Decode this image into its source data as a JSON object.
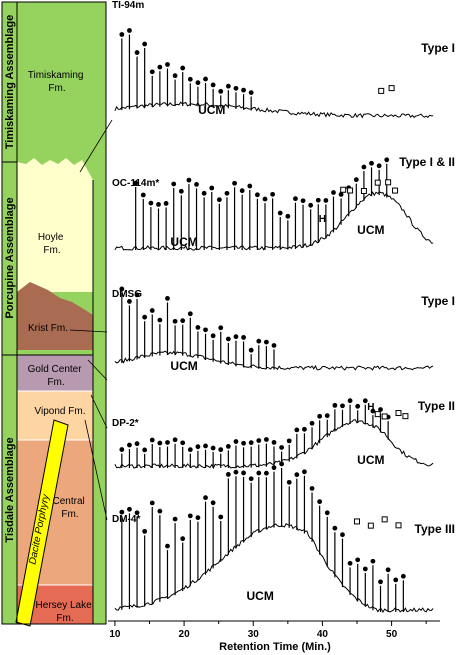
{
  "chart_data": [
    {
      "type": "stratigraphic-column",
      "assemblages": [
        "Timiskaming Assemblage",
        "Porcupine Assemblage",
        "Tisdale Assemblage"
      ],
      "formations": [
        "Timiskaming Fm.",
        "Hoyle Fm.",
        "Krist Fm.",
        "Gold Center Fm.",
        "Vipond Fm.",
        "Central Fm.",
        "Hersey Lake Fm."
      ],
      "intrusion": "Dacite Porphyry",
      "colors": {
        "timiskaming": "#95d25e",
        "hoyle": "#ffffcc",
        "krist": "#a96c52",
        "gold_center": "#b89ab0",
        "vipond": "#fdd5a3",
        "central": "#eda77c",
        "hersey_lake": "#e66b55",
        "porphyry": "#ffff00"
      }
    },
    {
      "type": "line",
      "xlabel": "Retention Time (Min.)",
      "xticks": [
        "10",
        "20",
        "30",
        "40",
        "50"
      ],
      "xlim": [
        9,
        57
      ],
      "series": [
        {
          "sample": "TI-94m",
          "oil_type": "Type I",
          "ucm_label": "UCM"
        },
        {
          "sample": "OC-114m*",
          "oil_type": "Type I & II",
          "ucm_label": "UCM",
          "hopane_marker": "H"
        },
        {
          "sample": "DMSG",
          "oil_type": "Type I",
          "ucm_label": "UCM"
        },
        {
          "sample": "DP-2*",
          "oil_type": "Type II",
          "ucm_label": "UCM",
          "hopane_marker": "H"
        },
        {
          "sample": "DM-4*",
          "oil_type": "Type III",
          "ucm_label": "UCM"
        }
      ]
    }
  ]
}
